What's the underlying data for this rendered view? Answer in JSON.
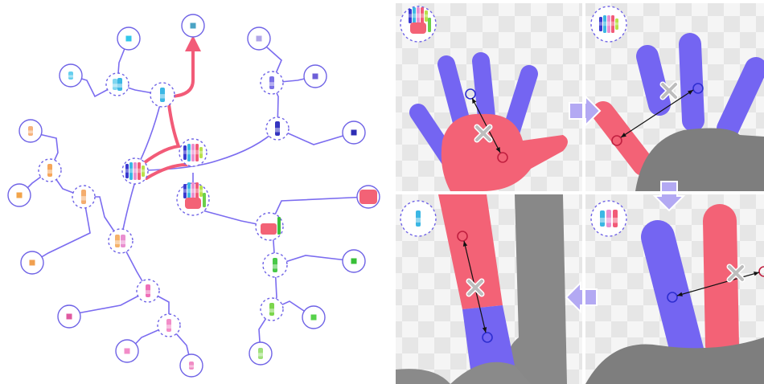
{
  "colors": {
    "edge": "#7b6cf0",
    "node_stroke": "#6f63e6",
    "highlight": "#f25b78",
    "hand_red": "#f36276",
    "hand_blue": "#7465f2",
    "body_gray": "#8e8e8e",
    "checker_light": "#f5f5f5",
    "checker_dark": "#e6e6e6",
    "arrow_fill": "#b3a9f3"
  },
  "tree": {
    "root_node": {
      "name": "root-node-palm",
      "icon": "palm-all-fingers-icon"
    },
    "highlighted_path": {
      "name": "highlighted-path",
      "nodes": [
        "root-node-palm",
        "node-fingers-multi",
        "node-cyan-finger",
        "leaf-cyan-top"
      ]
    },
    "node_icons": [
      "fingers-multicolor-icon",
      "cyan-finger-icon",
      "blue-finger-icon",
      "orange-finger-icon",
      "pink-finger-icon",
      "green-finger-icon",
      "palm-red-icon"
    ]
  },
  "panels": [
    {
      "name": "panel-palm-thumb",
      "thumbnail_icon": "palm-all-fingers-icon"
    },
    {
      "name": "panel-fingers-split",
      "thumbnail_icon": "fingers-multicolor-icon"
    },
    {
      "name": "panel-single-finger",
      "thumbnail_icon": "cyan-finger-icon"
    },
    {
      "name": "panel-two-fingers",
      "thumbnail_icon": "pink-fingers-icon"
    }
  ],
  "transition_arrows": [
    "arrow-right",
    "arrow-down",
    "arrow-left"
  ]
}
